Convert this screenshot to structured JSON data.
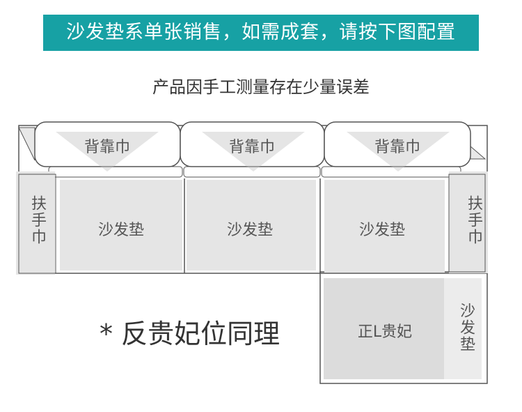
{
  "banner": {
    "text": "沙发垫系单张销售，如需成套，请按下图配置"
  },
  "subtitle": "产品因手工测量存在少量误差",
  "labels": {
    "back_1": "背靠巾",
    "back_2": "背靠巾",
    "back_3": "背靠巾",
    "armrest_left": "扶手巾",
    "armrest_right": "扶手巾",
    "seat_1": "沙发垫",
    "seat_2": "沙发垫",
    "seat_3": "沙发垫",
    "chaise": "正L贵妃",
    "chaise_side": "沙发垫"
  },
  "note": "* 反贵妃位同理",
  "colors": {
    "banner_bg": "#17a1a4",
    "pad_fill": "#e5e5e5",
    "chaise_fill": "#dcdcdc",
    "outline": "#555555"
  }
}
